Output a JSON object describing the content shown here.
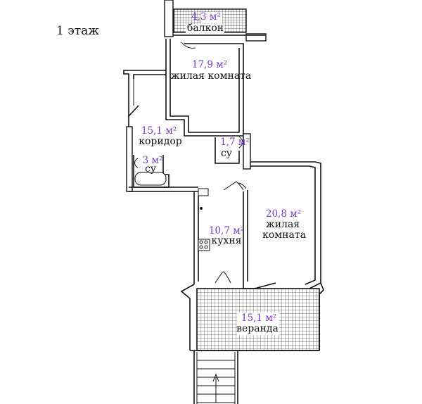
{
  "floor": {
    "label": "1 этаж"
  },
  "rooms": [
    {
      "id": "balcony",
      "area": "4,3 м²",
      "name": "балкон"
    },
    {
      "id": "living1",
      "area": "17,9 м²",
      "name": "жилая комната"
    },
    {
      "id": "corridor",
      "area": "15,1 м²",
      "name": "коридор"
    },
    {
      "id": "wc-small",
      "area": "1,7 м²",
      "name": "су"
    },
    {
      "id": "bath",
      "area": "3 м²",
      "name": "су"
    },
    {
      "id": "kitchen",
      "area": "10,7 м²",
      "name": "кухня"
    },
    {
      "id": "living2",
      "area": "20,8 м²",
      "name_line1": "жилая",
      "name_line2": "комната"
    },
    {
      "id": "veranda",
      "area": "15,1 м²",
      "name": "веранда"
    }
  ],
  "colors": {
    "area_text": "#7a3bc4",
    "wall": "#111111",
    "hatch": "#555555"
  }
}
